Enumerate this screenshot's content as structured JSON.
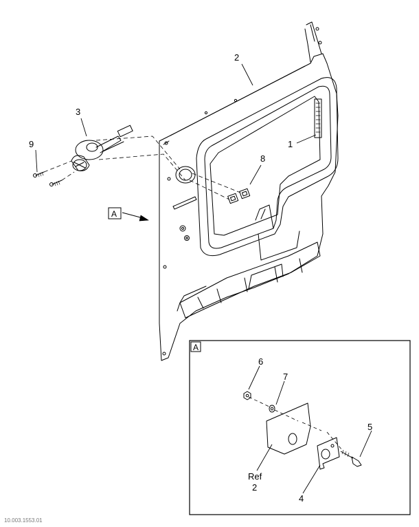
{
  "callouts": {
    "c1": "1",
    "c2": "2",
    "c3": "3",
    "c4": "4",
    "c5": "5",
    "c6": "6",
    "c7": "7",
    "c8": "8",
    "c9": "9",
    "ref_word": "Ref",
    "ref_num": "2"
  },
  "view_labels": {
    "main_view": "A",
    "detail_view": "A"
  },
  "footer": {
    "figure_code": "10.003.1553.01"
  }
}
